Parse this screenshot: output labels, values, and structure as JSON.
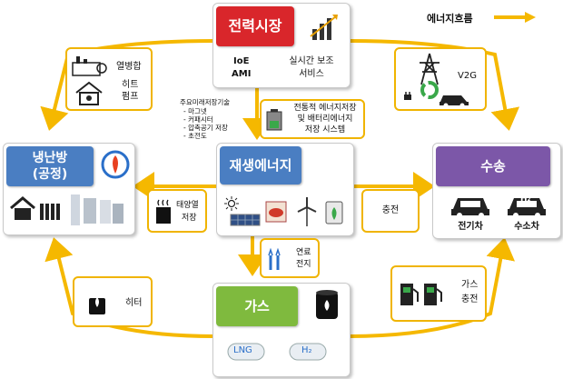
{
  "legend": {
    "label": "에너지흐름",
    "arrow_color": "#f5b800"
  },
  "hubs": {
    "power": {
      "title": "전력시장",
      "color": "#d9262b",
      "line1": "IoE",
      "line2": "AMI",
      "service1": "실시간 보조",
      "service2": "서비스"
    },
    "renewable": {
      "title": "재생에너지",
      "color": "#4a7ec2"
    },
    "heating": {
      "title_line1": "냉난방",
      "title_line2": "(공정)",
      "color": "#4a7ec2"
    },
    "transport": {
      "title": "수송",
      "color": "#7c57a8",
      "ev": "전기차",
      "h2": "수소차",
      "h2_icon_text": "H₂"
    },
    "gas": {
      "title": "가스",
      "color": "#7fba3e",
      "tank1": "LNG",
      "tank2": "H₂"
    }
  },
  "nodes": {
    "heatpump": {
      "line1": "열병합",
      "line2": "히트",
      "line3": "펌프"
    },
    "v2g": {
      "label": "V2G"
    },
    "storage": {
      "line1": "전통적 에너지저장",
      "line2": "및 배터리에너지",
      "line3": "저장 시스템"
    },
    "thermal": {
      "line1": "태양열",
      "line2": "저장"
    },
    "charging": {
      "label": "충전"
    },
    "fuelcell": {
      "line1": "연료",
      "line2": "전지"
    },
    "heater": {
      "label": "히터"
    },
    "gascharge": {
      "line1": "가스",
      "line2": "충전"
    }
  },
  "storage_tech": {
    "title": "주요미래저장기술",
    "items": [
      "- 마그넷",
      "- 커패시터",
      "- 압축공기 저장",
      "- 초전도"
    ]
  },
  "icons": {
    "power_chart": "bar-chart-icon",
    "heating_flame": "flame-snowflake-icon",
    "house": "house-icon",
    "radiator": "radiator-icon",
    "factory": "factory-icon",
    "tower": "power-tower-icon",
    "car": "car-icon",
    "sun": "sun-icon",
    "solar_panel": "solar-panel-icon",
    "wind": "wind-turbine-icon",
    "bio": "biomass-icon",
    "tank": "storage-tank-icon",
    "barrel": "oil-barrel-icon",
    "pump": "gas-pump-icon",
    "heater": "heater-icon"
  }
}
